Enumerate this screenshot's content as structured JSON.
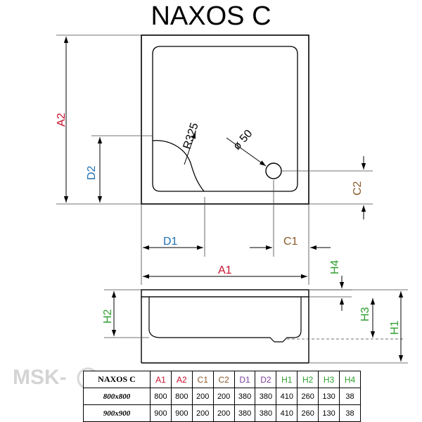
{
  "title": "NAXOS C",
  "watermark": "MSK-",
  "labels": {
    "a1": "A1",
    "a2": "A2",
    "c1": "C1",
    "c2": "C2",
    "d1": "D1",
    "d2": "D2",
    "h1": "H1",
    "h2": "H2",
    "h3": "H3",
    "h4": "H4",
    "radius": "R325",
    "diameter": "ø 50"
  },
  "colors": {
    "a": "#c8102e",
    "c": "#8b5a2b",
    "d1": "#1f6fb2",
    "d2": "#1f6fb2",
    "h": "#2e9e2e",
    "d_header": "#7b3f9e",
    "line": "#000000",
    "ext": "#333333"
  },
  "table": {
    "model": "NAXOS C",
    "headers": [
      "A1",
      "A2",
      "C1",
      "C2",
      "D1",
      "D2",
      "H1",
      "H2",
      "H3",
      "H4"
    ],
    "header_colors": [
      "#c8102e",
      "#c8102e",
      "#8b5a2b",
      "#8b5a2b",
      "#7b3f9e",
      "#7b3f9e",
      "#2e9e2e",
      "#2e9e2e",
      "#2e9e2e",
      "#2e9e2e"
    ],
    "rows": [
      {
        "size": "800x800",
        "values": [
          "800",
          "800",
          "200",
          "200",
          "380",
          "380",
          "410",
          "260",
          "130",
          "38"
        ]
      },
      {
        "size": "900x900",
        "values": [
          "900",
          "900",
          "200",
          "200",
          "380",
          "380",
          "410",
          "260",
          "130",
          "38"
        ]
      }
    ]
  }
}
